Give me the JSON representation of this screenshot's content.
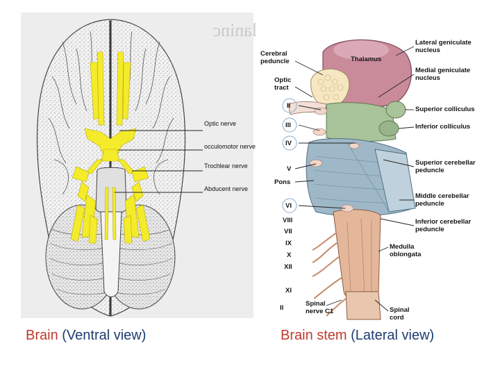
{
  "colors": {
    "nerve_yellow": "#f4ec2a",
    "thalamus_pink": "#c98a9a",
    "brainstem_green": "#a9c39a",
    "pons_blue": "#9fb8c8",
    "medulla_tan": "#e4b79a",
    "caption_red": "#c0392b",
    "caption_blue": "#1f3b70"
  },
  "ventral": {
    "labels": {
      "optic": "Optic nerve",
      "oculomotor": "occulomotor nerve",
      "trochlear": "Trochlear nerve",
      "abducent": "Abducent nerve"
    },
    "caption": {
      "part1": "Brain",
      "part2": " (Ventral view)"
    }
  },
  "lateral": {
    "left_labels": {
      "cerebral_1": "Cerebral",
      "cerebral_2": "peduncle",
      "optic_1": "Optic",
      "optic_2": "tract",
      "pons": "Pons"
    },
    "roman": [
      "II",
      "III",
      "IV",
      "V",
      "VI",
      "VIII",
      "VII",
      "IX",
      "X",
      "XII",
      "XI",
      "II"
    ],
    "right_labels": {
      "thalamus": "Thalamus",
      "lgn_1": "Lateral geniculate",
      "lgn_2": "nucleus",
      "mgn_1": "Medial geniculate",
      "mgn_2": "nucleus",
      "sup_coll": "Superior colliculus",
      "inf_coll": "Inferior colliculus",
      "scp_1": "Superior cerebellar",
      "scp_2": "peduncle",
      "mcp_1": "Middle cerebellar",
      "mcp_2": "peduncle",
      "icp_1": "Inferior cerebellar",
      "icp_2": "peduncle",
      "medulla_1": "Medulla",
      "medulla_2": "oblongata",
      "spinal_nerve_1": "Spinal",
      "spinal_nerve_2": "nerve C1",
      "spinal_cord_1": "Spinal",
      "spinal_cord_2": "cord"
    },
    "caption": {
      "part1": "Brain stem",
      "part2": " (Lateral view)"
    }
  }
}
